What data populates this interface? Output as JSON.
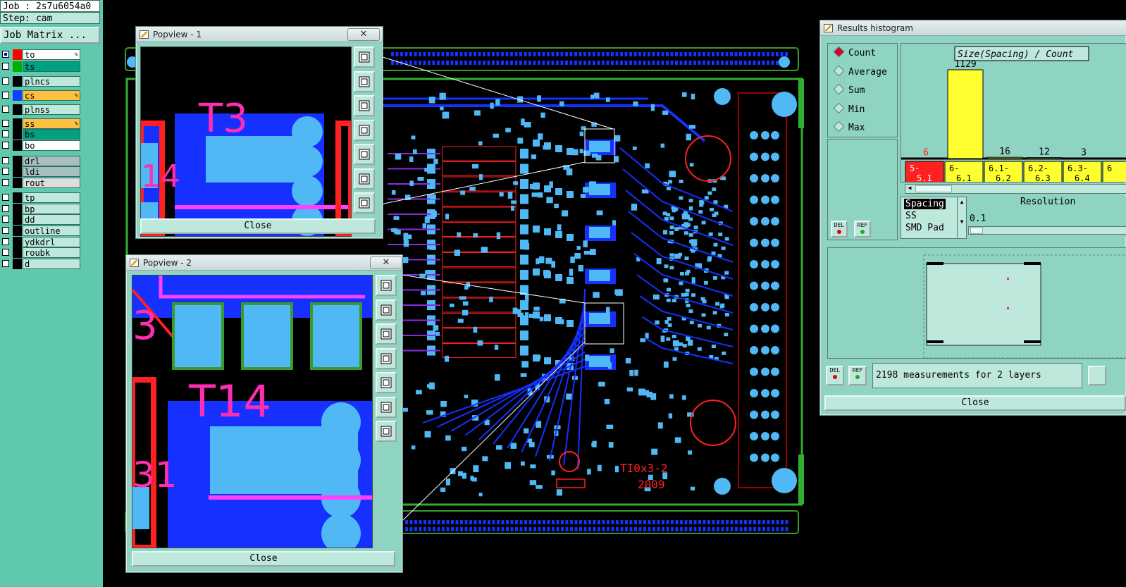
{
  "job": {
    "label": "Job : 2s7u6054a0",
    "step": "Step: cam",
    "matrix_button": "Job Matrix ..."
  },
  "layers": [
    {
      "name": "to",
      "color": "#ff0000",
      "checked": true,
      "bg": "#ffffff",
      "pen": true
    },
    {
      "name": "ts",
      "color": "#00b000",
      "checked": false,
      "bg": "#00a080",
      "pen": false
    },
    {
      "name": "plncs",
      "color": "#000000",
      "checked": false,
      "bg": "#bfe8dd",
      "pen": false
    },
    {
      "name": "cs",
      "color": "#1040ff",
      "checked": false,
      "bg": "#ffc040",
      "pen": true
    },
    {
      "name": "plnss",
      "color": "#000000",
      "checked": false,
      "bg": "#bfe8dd",
      "pen": false
    },
    {
      "name": "ss",
      "color": "#000000",
      "checked": false,
      "bg": "#ffc040",
      "pen": true
    },
    {
      "name": "bs",
      "color": "#000000",
      "checked": false,
      "bg": "#00a080",
      "pen": false
    },
    {
      "name": "bo",
      "color": "#000000",
      "checked": false,
      "bg": "#ffffff",
      "pen": false
    },
    {
      "name": "drl",
      "color": "#000000",
      "checked": false,
      "bg": "#a8bfc0",
      "pen": false
    },
    {
      "name": "ldi",
      "color": "#000000",
      "checked": false,
      "bg": "#a8bfc0",
      "pen": false
    },
    {
      "name": "rout",
      "color": "#000000",
      "checked": false,
      "bg": "#dddddd",
      "pen": false
    },
    {
      "name": "tp",
      "color": "#000000",
      "checked": false,
      "bg": "#bfe8dd",
      "pen": false
    },
    {
      "name": "bp",
      "color": "#000000",
      "checked": false,
      "bg": "#bfe8dd",
      "pen": false
    },
    {
      "name": "dd",
      "color": "#000000",
      "checked": false,
      "bg": "#bfe8dd",
      "pen": false
    },
    {
      "name": "outline",
      "color": "#000000",
      "checked": false,
      "bg": "#bfe8dd",
      "pen": false
    },
    {
      "name": "ydkdrl",
      "color": "#000000",
      "checked": false,
      "bg": "#bfe8dd",
      "pen": false
    },
    {
      "name": "roubk",
      "color": "#000000",
      "checked": false,
      "bg": "#bfe8dd",
      "pen": false
    },
    {
      "name": "d",
      "color": "#000000",
      "checked": false,
      "bg": "#bfe8dd",
      "pen": false
    }
  ],
  "popview1": {
    "title": "Popview - 1",
    "close": "Close",
    "label": "T3"
  },
  "popview2": {
    "title": "Popview - 2",
    "close": "Close",
    "label": "T14"
  },
  "histogram": {
    "title": "Results histogram",
    "options": [
      "Count",
      "Average",
      "Sum",
      "Min",
      "Max"
    ],
    "selected": "Count",
    "chart_title": "Size(Spacing) / Count",
    "bins": [
      {
        "range": "5-\n5.1",
        "count": "6",
        "color": "#ff2020"
      },
      {
        "range": "6-\n6.1",
        "count": "1129",
        "color": "#ffff30"
      },
      {
        "range": "6.1-\n6.2",
        "count": "16",
        "color": "#ffff30"
      },
      {
        "range": "6.2-\n6.3",
        "count": "12",
        "color": "#ffff30"
      },
      {
        "range": "6.3-\n6.4",
        "count": "3",
        "color": "#ffff30"
      },
      {
        "range": "6",
        "count": "",
        "color": "#ffff30"
      }
    ],
    "list": [
      "Spacing",
      "SS",
      "SMD Pad"
    ],
    "resolution_label": "Resolution",
    "resolution_value": "0.1",
    "status": "2198 measurements for 2 layers",
    "del_label": "DEL",
    "ref_label": "REF",
    "close": "Close"
  },
  "board_text": {
    "part": "TI0x3-2",
    "year": "2009"
  }
}
